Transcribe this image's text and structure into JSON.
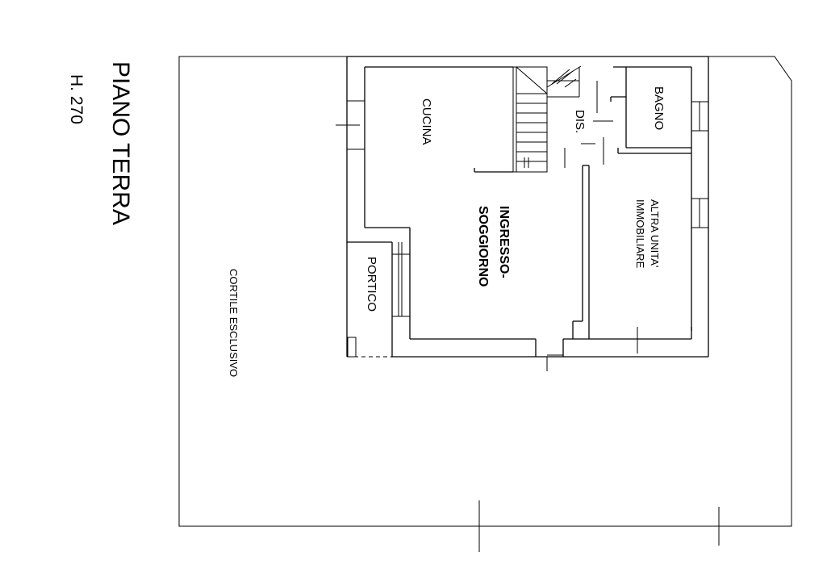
{
  "title": "PIANO TERRA",
  "height_label": "H. 270",
  "rooms": {
    "cucina": "CUCINA",
    "bagno": "BAGNO",
    "dis": "DIS.",
    "ingresso_1": "INGRESSO-",
    "ingresso_2": "SOGGIORNO",
    "altra_1": "ALTRA UNITA'",
    "altra_2": "IMMOBILIARE",
    "portico": "PORTICO",
    "cortile": "CORTILE ESCLUSIVO"
  }
}
